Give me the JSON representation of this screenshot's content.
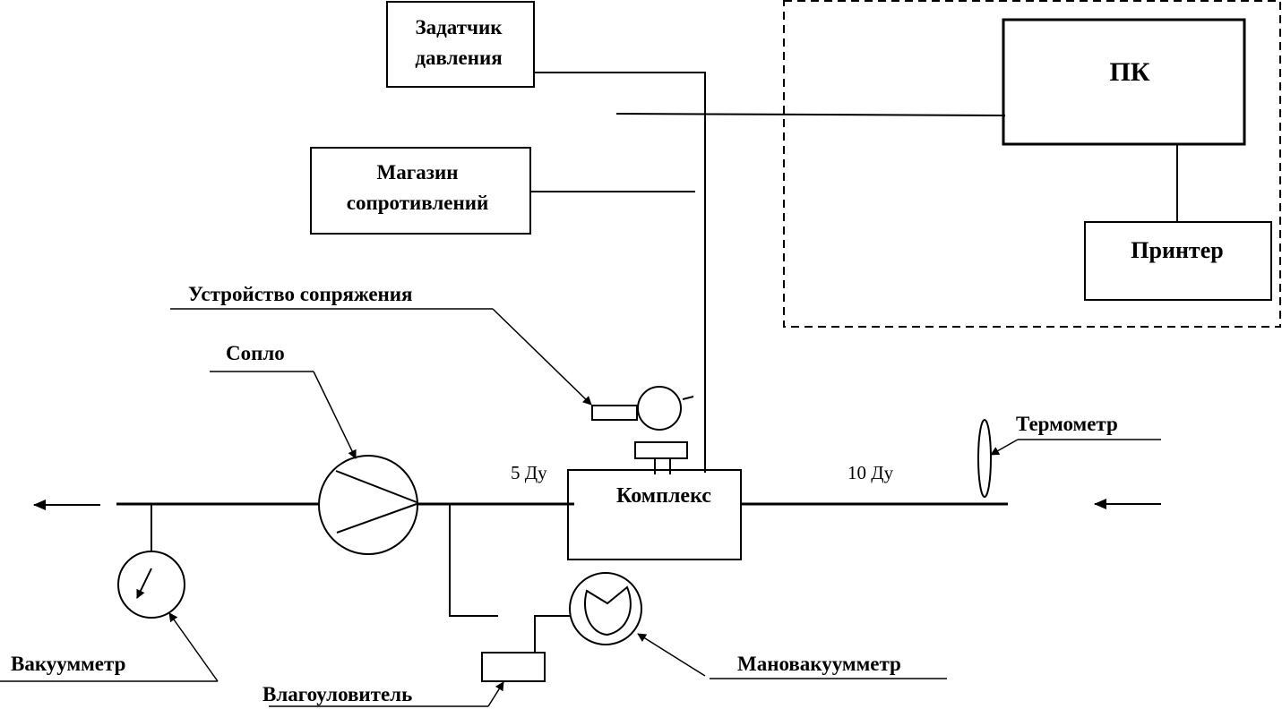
{
  "diagram": {
    "title": "",
    "blocks": {
      "pressure_setter": {
        "line1": "Задатчик",
        "line2": "давления"
      },
      "resistance_box": {
        "line1": "Магазин",
        "line2": "сопротивлений"
      },
      "pc": {
        "label": "ПК"
      },
      "printer": {
        "label": "Принтер"
      },
      "complex": {
        "label": "Комплекс"
      }
    },
    "callouts": {
      "interface_device": "Устройство сопряжения",
      "nozzle": "Сопло",
      "thermometer": "Термометр",
      "vacuum_gauge": "Вакуумметр",
      "moisture_trap": "Влагоуловитель",
      "pressure_vacuum_gauge": "Мановакуумметр"
    },
    "pipe_labels": {
      "upstream": "5 Ду",
      "downstream": "10 Ду"
    },
    "flow_direction": "right-to-left"
  }
}
